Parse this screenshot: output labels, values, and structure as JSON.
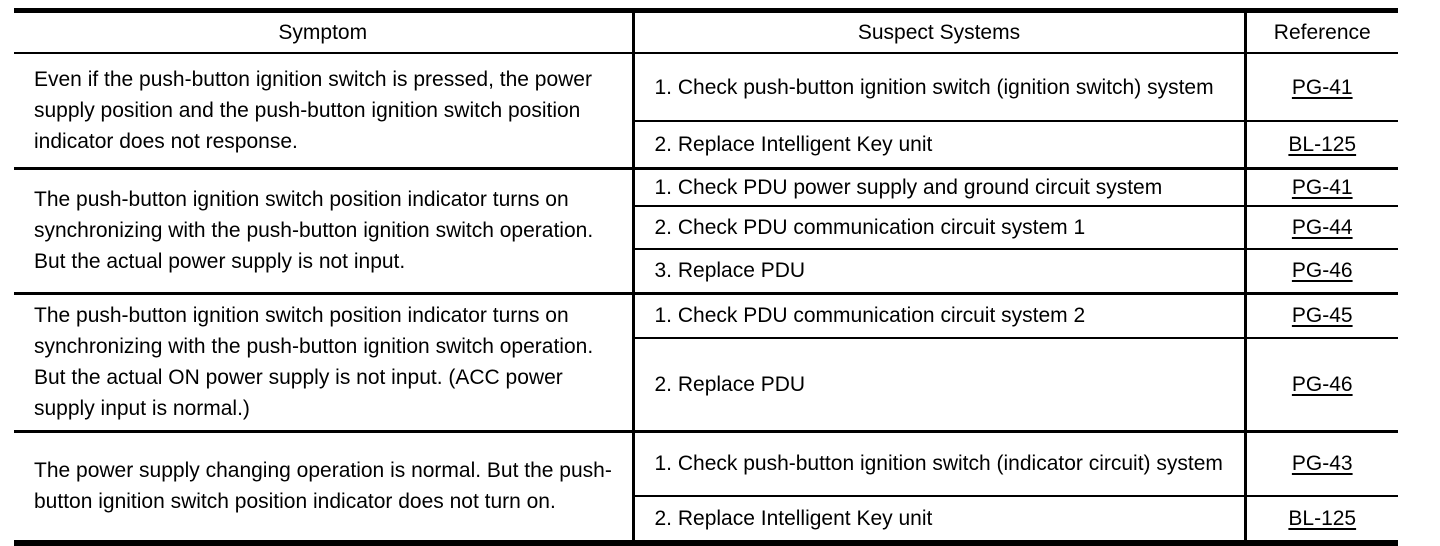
{
  "table": {
    "headers": {
      "symptom": "Symptom",
      "suspect": "Suspect Systems",
      "reference": "Reference"
    },
    "groups": [
      {
        "symptom": "Even if the push-button ignition switch is pressed, the power supply position and the push-button ignition switch position indicator does not response.",
        "items": [
          {
            "suspect": "1. Check push-button ignition switch (ignition switch) system",
            "reference": "PG-41"
          },
          {
            "suspect": "2. Replace Intelligent Key unit",
            "reference": "BL-125"
          }
        ]
      },
      {
        "symptom": "The push-button ignition switch position indicator turns on synchronizing with the push-button ignition switch operation. But the actual power supply is not input.",
        "items": [
          {
            "suspect": "1. Check PDU power supply and ground circuit system",
            "reference": "PG-41"
          },
          {
            "suspect": "2. Check PDU communication circuit system 1",
            "reference": "PG-44"
          },
          {
            "suspect": "3. Replace PDU",
            "reference": "PG-46"
          }
        ]
      },
      {
        "symptom": "The push-button ignition switch position indicator turns on synchronizing with the push-button ignition switch operation. But the actual ON power supply is not input. (ACC power supply input is normal.)",
        "items": [
          {
            "suspect": "1. Check PDU communication circuit system 2",
            "reference": "PG-45"
          },
          {
            "suspect": "2. Replace PDU",
            "reference": "PG-46"
          }
        ]
      },
      {
        "symptom": "The power supply changing operation is normal. But the push-button ignition switch position indicator does not turn on.",
        "items": [
          {
            "suspect": "1. Check push-button ignition switch (indicator circuit) system",
            "reference": "PG-43"
          },
          {
            "suspect": "2. Replace Intelligent Key unit",
            "reference": "BL-125"
          }
        ]
      }
    ]
  }
}
